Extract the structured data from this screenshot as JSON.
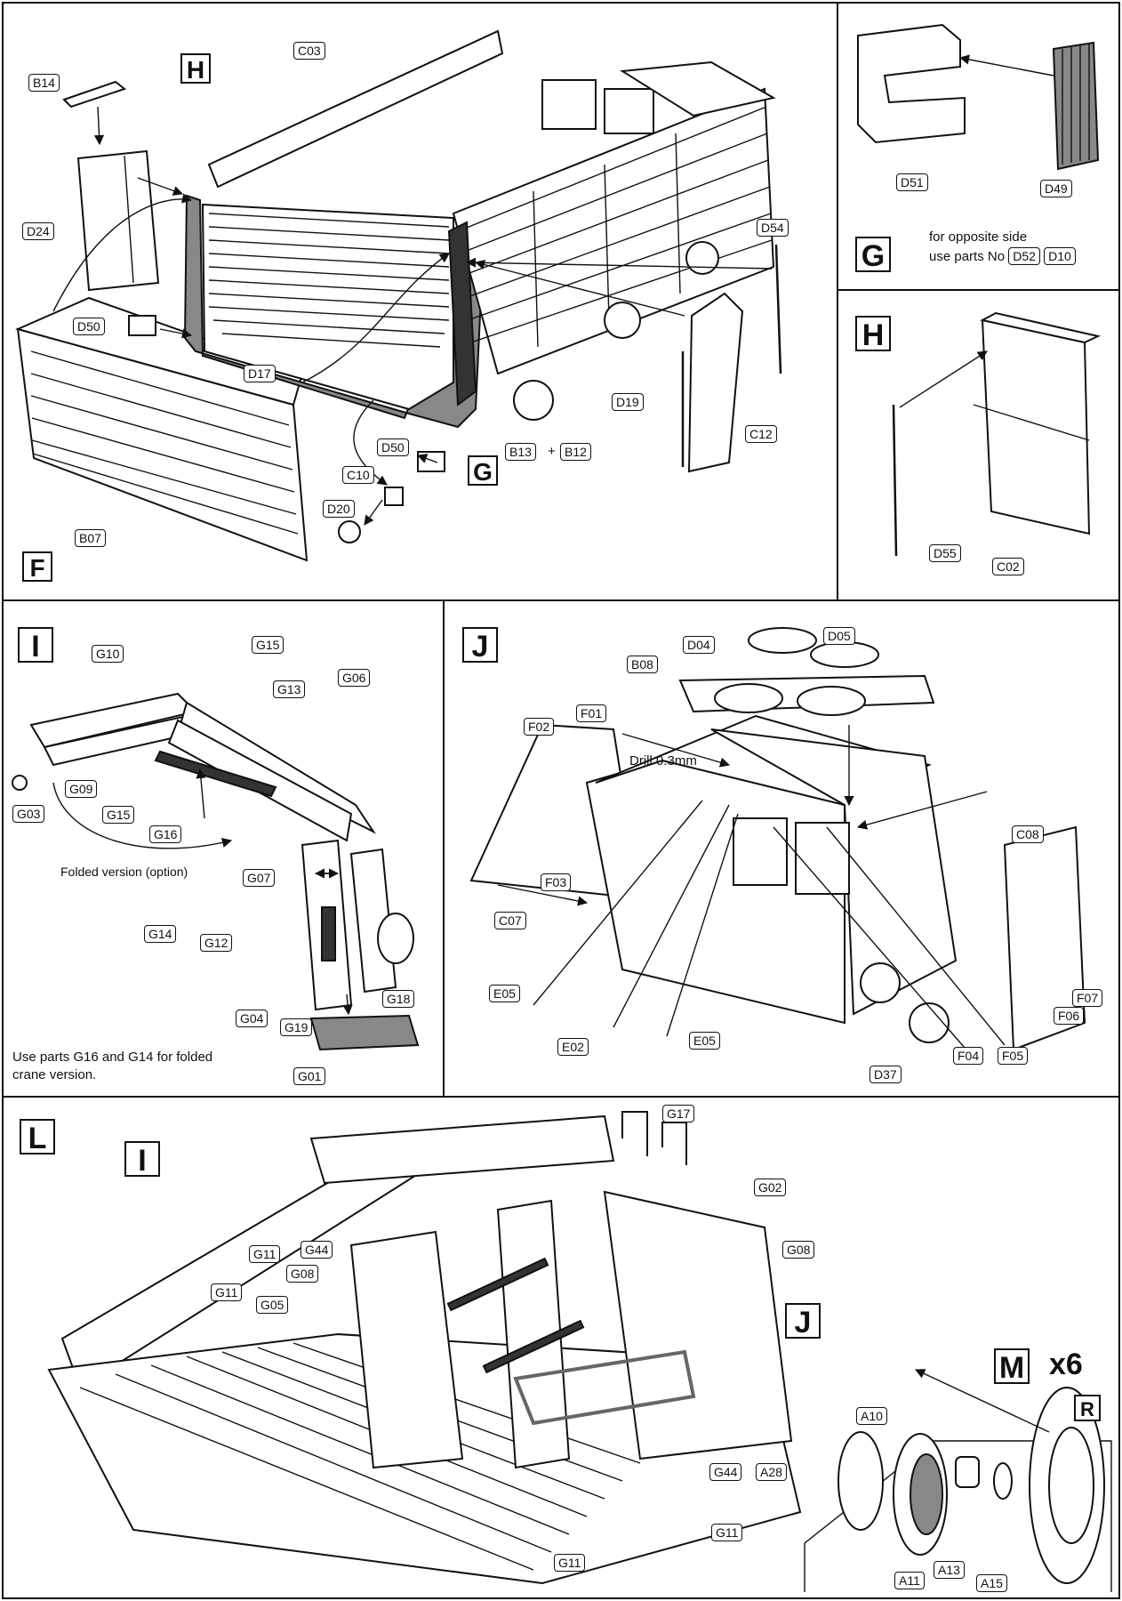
{
  "panels": {
    "F": {
      "step": "F",
      "sub_refs": [
        "H",
        "G"
      ],
      "labels": [
        "B14",
        "C03",
        "D24",
        "D50",
        "D17",
        "D50",
        "C10",
        "D20",
        "B07",
        "D54",
        "D19",
        "C12",
        "B13",
        "B12"
      ],
      "plus": "+"
    },
    "G": {
      "step": "G",
      "labels": [
        "D51",
        "D49"
      ],
      "note_line1": "for opposite side",
      "note_line2": "use parts No",
      "note_parts": [
        "D52",
        "D10"
      ]
    },
    "H": {
      "step": "H",
      "labels": [
        "D55",
        "C02"
      ]
    },
    "I": {
      "step": "I",
      "labels": [
        "G10",
        "G15",
        "G13",
        "G06",
        "G09",
        "G03",
        "G15",
        "G16",
        "G07",
        "G14",
        "G12",
        "G04",
        "G19",
        "G18",
        "G01"
      ],
      "folded_note": "Folded version (option)",
      "use_note_line1": "Use parts G16 and G14 for folded",
      "use_note_line2": "crane version."
    },
    "J": {
      "step": "J",
      "labels": [
        "D04",
        "D05",
        "B08",
        "F02",
        "F01",
        "C08",
        "F03",
        "C07",
        "E05",
        "E02",
        "E05",
        "D37",
        "F04",
        "F05",
        "F06",
        "F07"
      ],
      "drill_note": "Drill 0.3mm"
    },
    "L": {
      "step": "L",
      "sub_refs": [
        "I",
        "J"
      ],
      "labels": [
        "G17",
        "G02",
        "G08",
        "G11",
        "G44",
        "G08",
        "G11",
        "G05",
        "G44",
        "A28",
        "G11",
        "G11"
      ]
    },
    "M": {
      "step": "M",
      "count": "x6",
      "variant": "R",
      "labels": [
        "A10",
        "A11",
        "A13",
        "A15"
      ]
    }
  }
}
